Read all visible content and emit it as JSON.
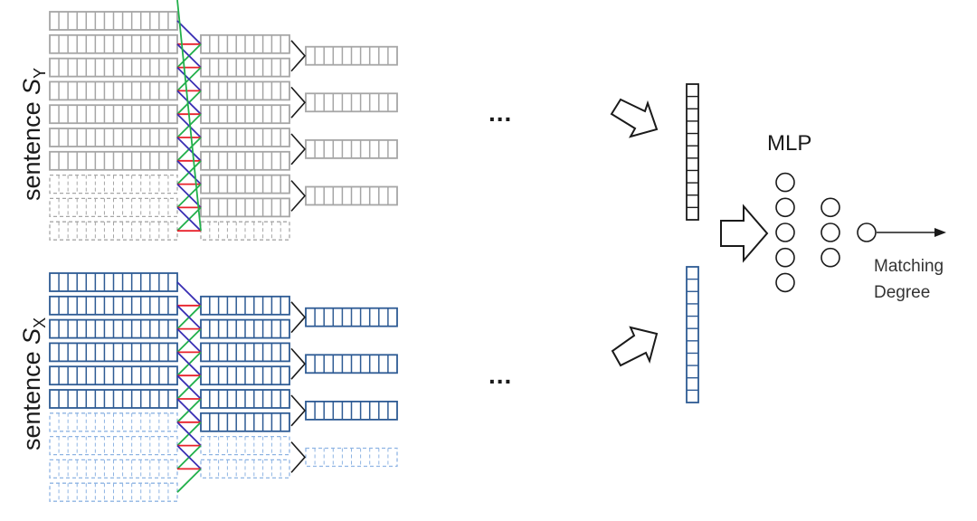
{
  "title": "Convolutional sentence matching architecture",
  "colors": {
    "sy_block": "#a6a6a6",
    "sx_block": "#2e5b94",
    "sx_dashed": "#8eb4e3",
    "conn_blue": "#3a2fb4",
    "conn_red": "#e8202a",
    "conn_green": "#22b04b",
    "pool": "#1a1a1a",
    "text": "#1a1a1a"
  },
  "sentence_y": {
    "label_main": "sentence ",
    "label_symbol": "S",
    "label_subscript": "Y",
    "input_rows": {
      "solid": 7,
      "dashed": 3,
      "cells": 14
    },
    "conv_rows": {
      "solid": 8,
      "dashed": 1,
      "cells": 10
    },
    "pooled_rows": {
      "solid": 4,
      "dashed": 0,
      "cells": 10
    }
  },
  "sentence_x": {
    "label_main": "sentence ",
    "label_symbol": "S",
    "label_subscript": "X",
    "input_rows": {
      "solid": 6,
      "dashed": 4,
      "cells": 14
    },
    "conv_rows": {
      "solid": 6,
      "dashed": 2,
      "cells": 10
    },
    "pooled_rows": {
      "solid": 3,
      "dashed": 1,
      "cells": 10
    }
  },
  "ellipsis": "...",
  "vector_cells": 11,
  "mlp": {
    "label": "MLP",
    "layers": [
      5,
      3,
      1
    ],
    "output_label_line1": "Matching",
    "output_label_line2": "Degree"
  }
}
